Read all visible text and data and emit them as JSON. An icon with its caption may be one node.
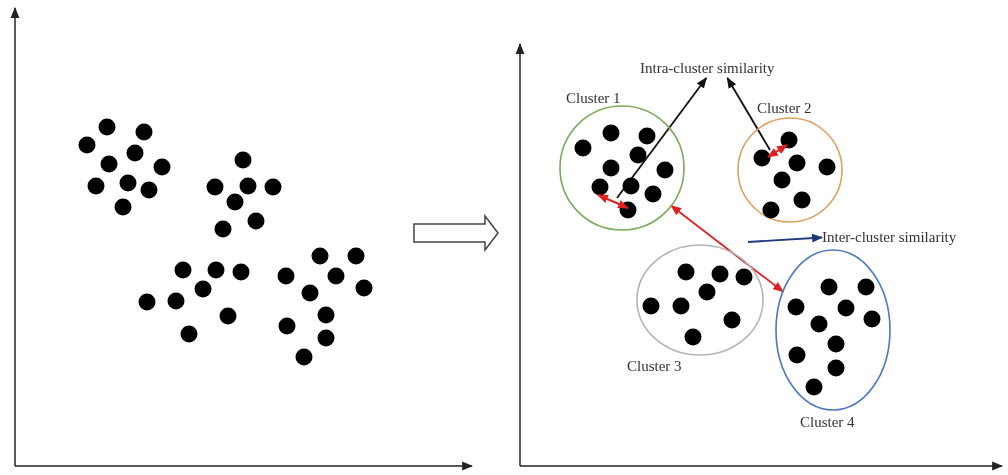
{
  "diagram": {
    "nodes": [
      {
        "text": [],
        "shape": "picture"
      },
      {
        "text": [],
        "shape": "picture"
      },
      {
        "text": [
          "Cluster 1"
        ],
        "in": 1
      },
      {
        "text": [
          "Cluster 2"
        ],
        "in": 1
      },
      {
        "text": [
          "Cluster 3"
        ],
        "in": 1
      },
      {
        "text": [
          "Cluster 4"
        ],
        "in": 1
      },
      {
        "text": [
          "Intra-cluster similarity"
        ],
        "in": 1
      },
      {
        "text": [
          "Inter-cluster similarity"
        ],
        "in": 1
      }
    ],
    "edges": [
      {
        "from": 0,
        "to": 1,
        "arrow": "to",
        "style": "thick"
      },
      {
        "from": 2,
        "to": 6,
        "arrow": "to"
      },
      {
        "from": 3,
        "to": 6,
        "arrow": "to"
      },
      {
        "from": 2,
        "to": 5,
        "arrow": "both",
        "color": "#e02020"
      },
      {
        "from": null,
        "to": 7,
        "arrow": "to",
        "color": "#1f3a7a"
      }
    ]
  }
}
